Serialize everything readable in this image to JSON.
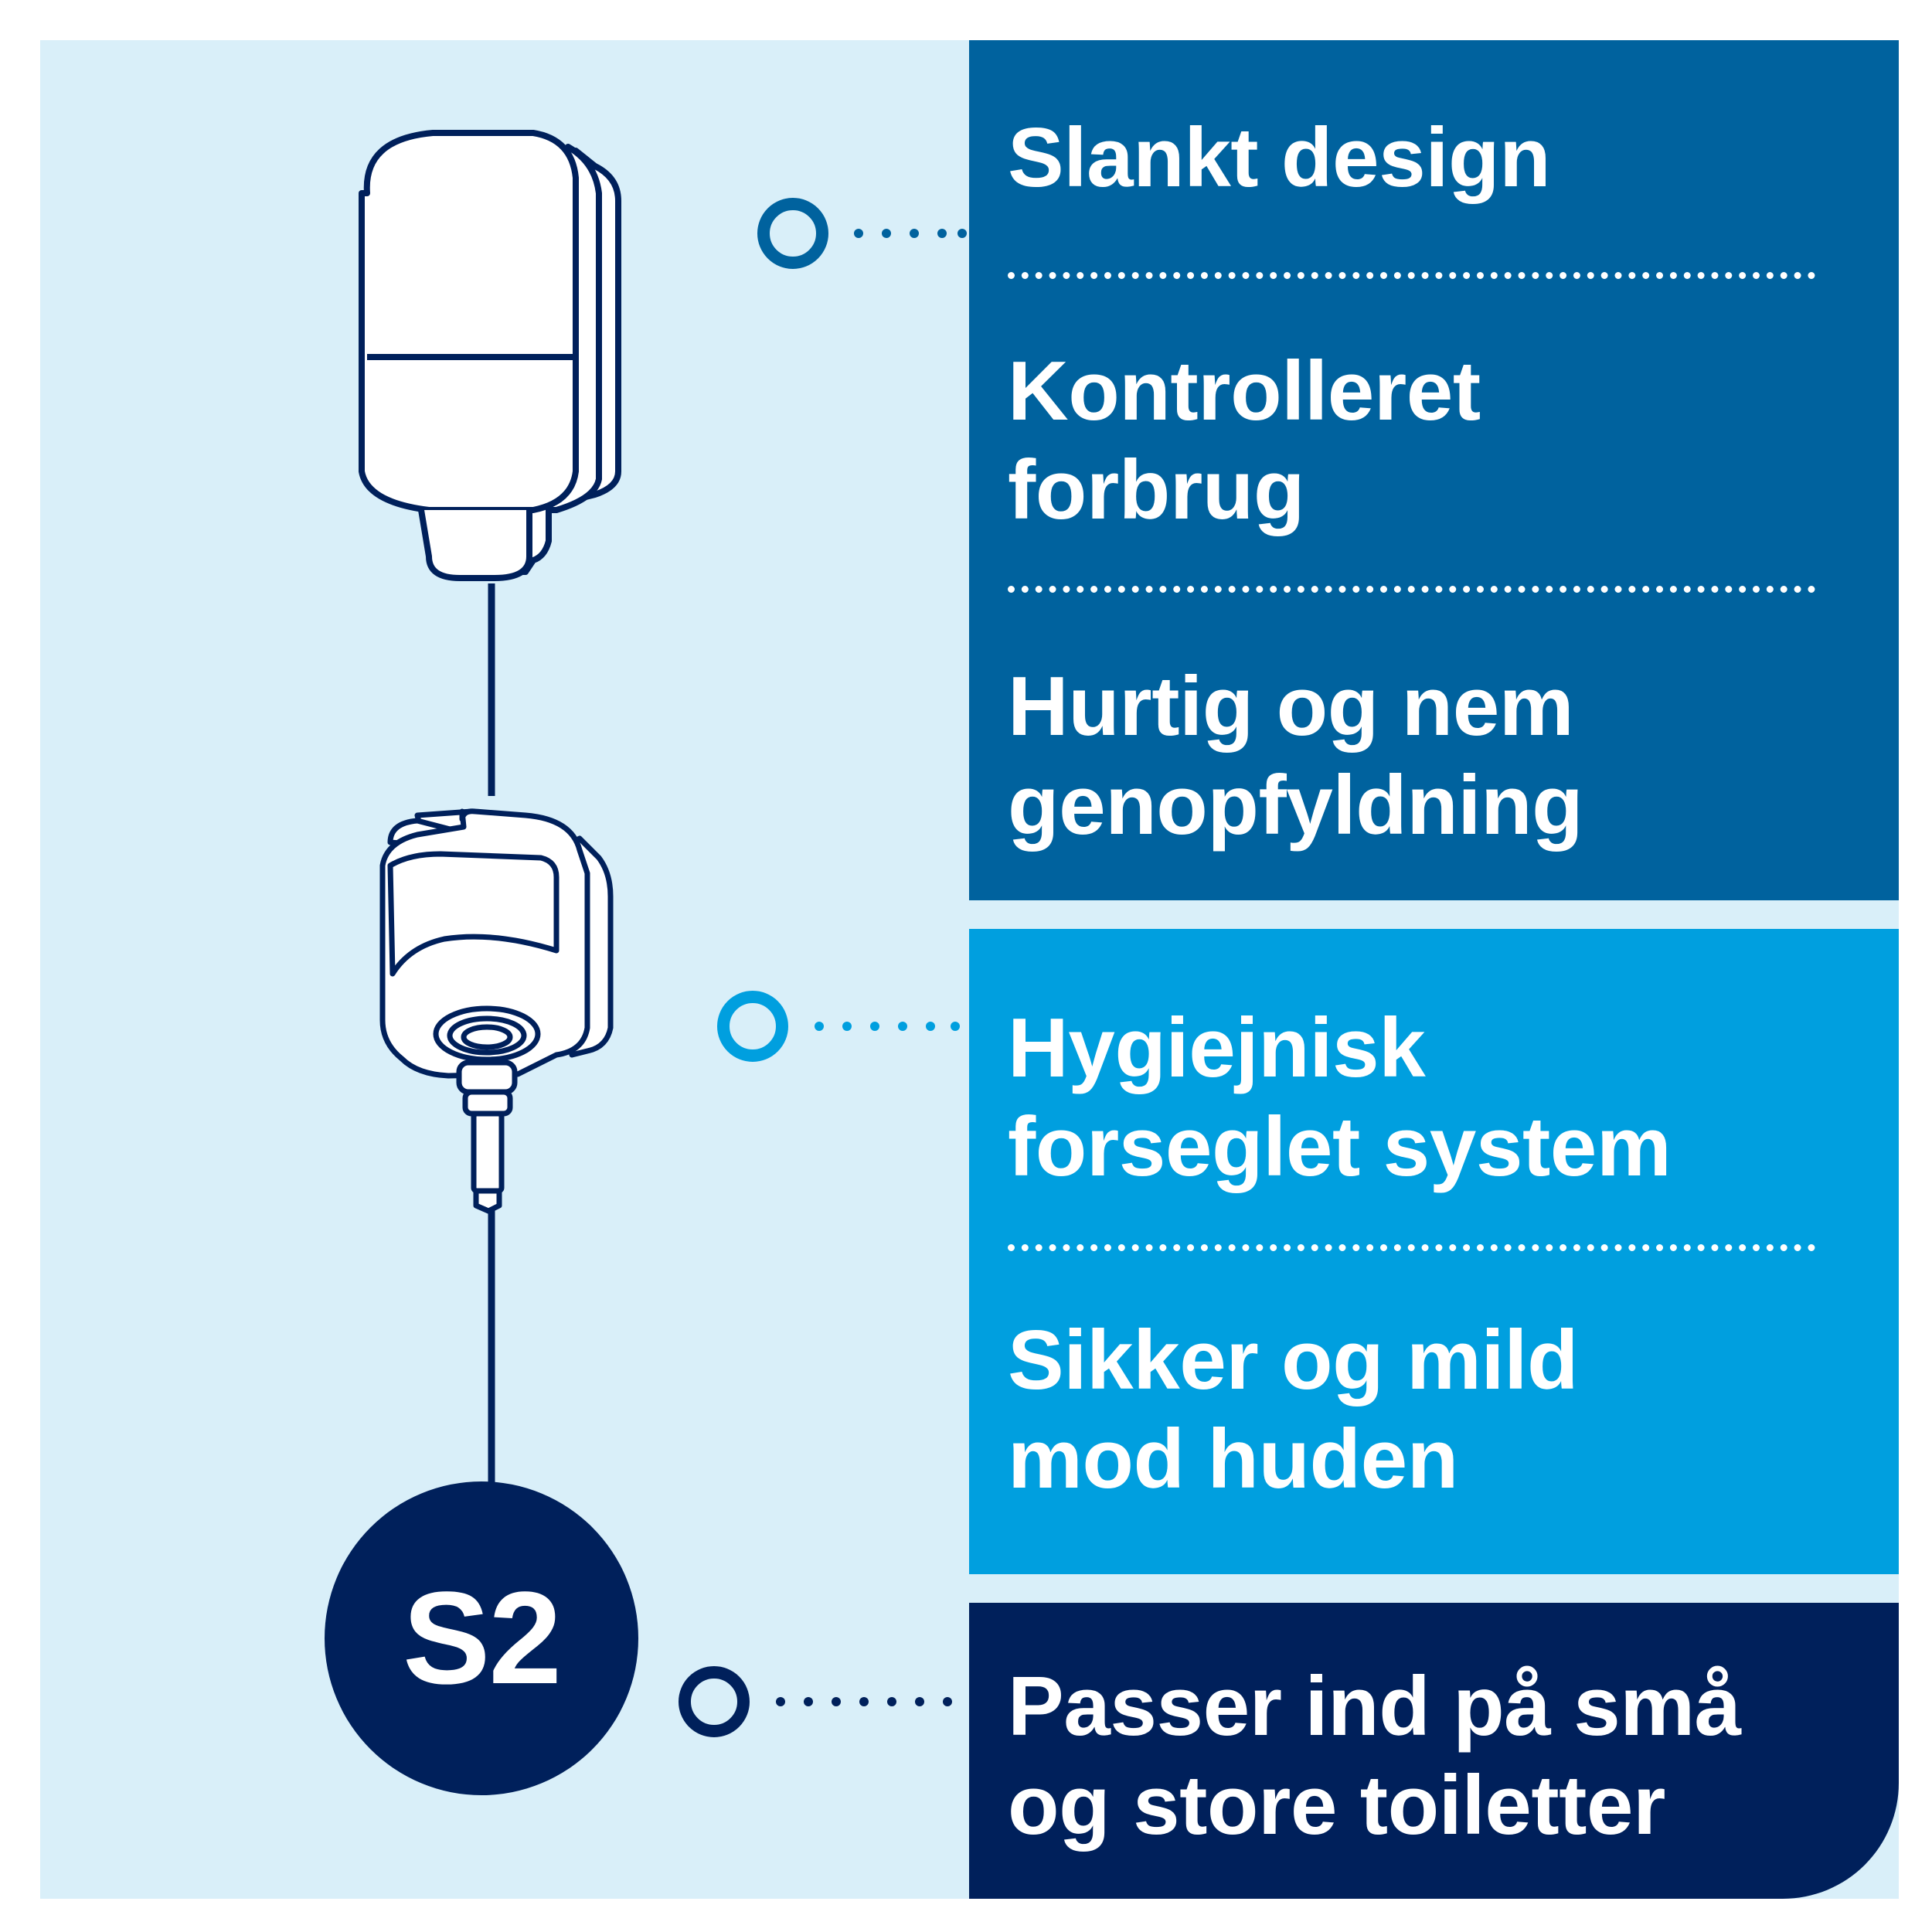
{
  "colors": {
    "background": "#d9eff9",
    "panel_top": "#00629e",
    "panel_mid": "#009fdf",
    "panel_bottom": "#00205b",
    "outline": "#00205b",
    "text": "#ffffff"
  },
  "icons": [
    "dispenser-icon",
    "refill-cartridge-icon"
  ],
  "badge": {
    "label": "S2"
  },
  "groups": [
    {
      "features": [
        {
          "text": "Slankt design"
        },
        {
          "text": "Kontrolleret\nforbrug"
        },
        {
          "text": "Hurtig og nem\ngenopfyldning"
        }
      ]
    },
    {
      "features": [
        {
          "text": "Hygiejnisk\nforseglet system"
        },
        {
          "text": "Sikker og mild\nmod huden"
        }
      ]
    },
    {
      "features": [
        {
          "text": "Passer ind på små\nog store toiletter"
        }
      ]
    }
  ]
}
